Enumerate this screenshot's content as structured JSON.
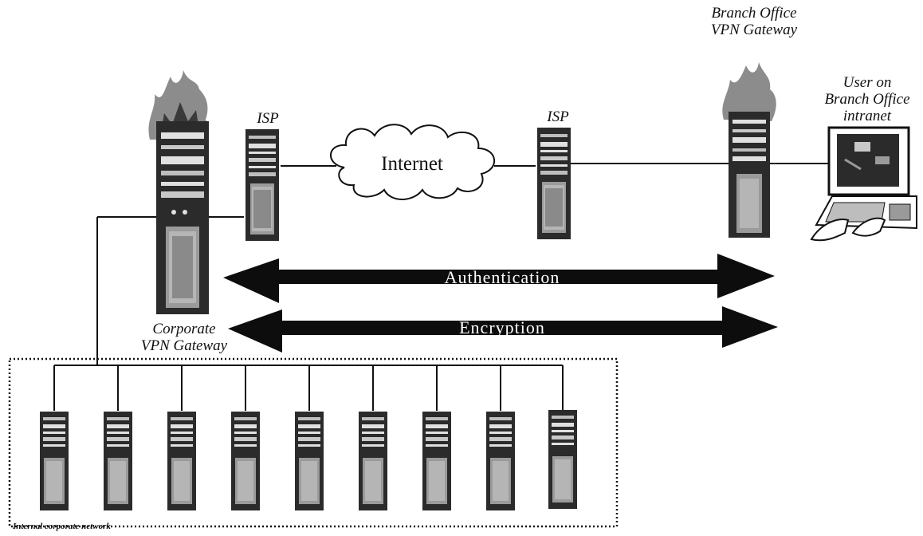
{
  "labels": {
    "isp_left": "ISP",
    "isp_right": "ISP",
    "internet": "Internet",
    "branch_gateway_line1": "Branch Office",
    "branch_gateway_line2": "VPN Gateway",
    "user_line1": "User on",
    "user_line2": "Branch Office",
    "user_line3": "intranet",
    "corporate_line1": "Corporate",
    "corporate_line2": "VPN Gateway",
    "authentication": "Authentication",
    "encryption": "Encryption",
    "internal_network": "Internal corporate network"
  },
  "colors": {
    "ink": "#111111",
    "server_body": "#2b2b2b",
    "server_panel": "#9a9a9a",
    "flame": "#8c8c8c"
  },
  "icons": {
    "firewall": "flame-icon",
    "server": "server-tower-icon",
    "cloud": "cloud-icon",
    "workstation": "computer-user-icon"
  }
}
